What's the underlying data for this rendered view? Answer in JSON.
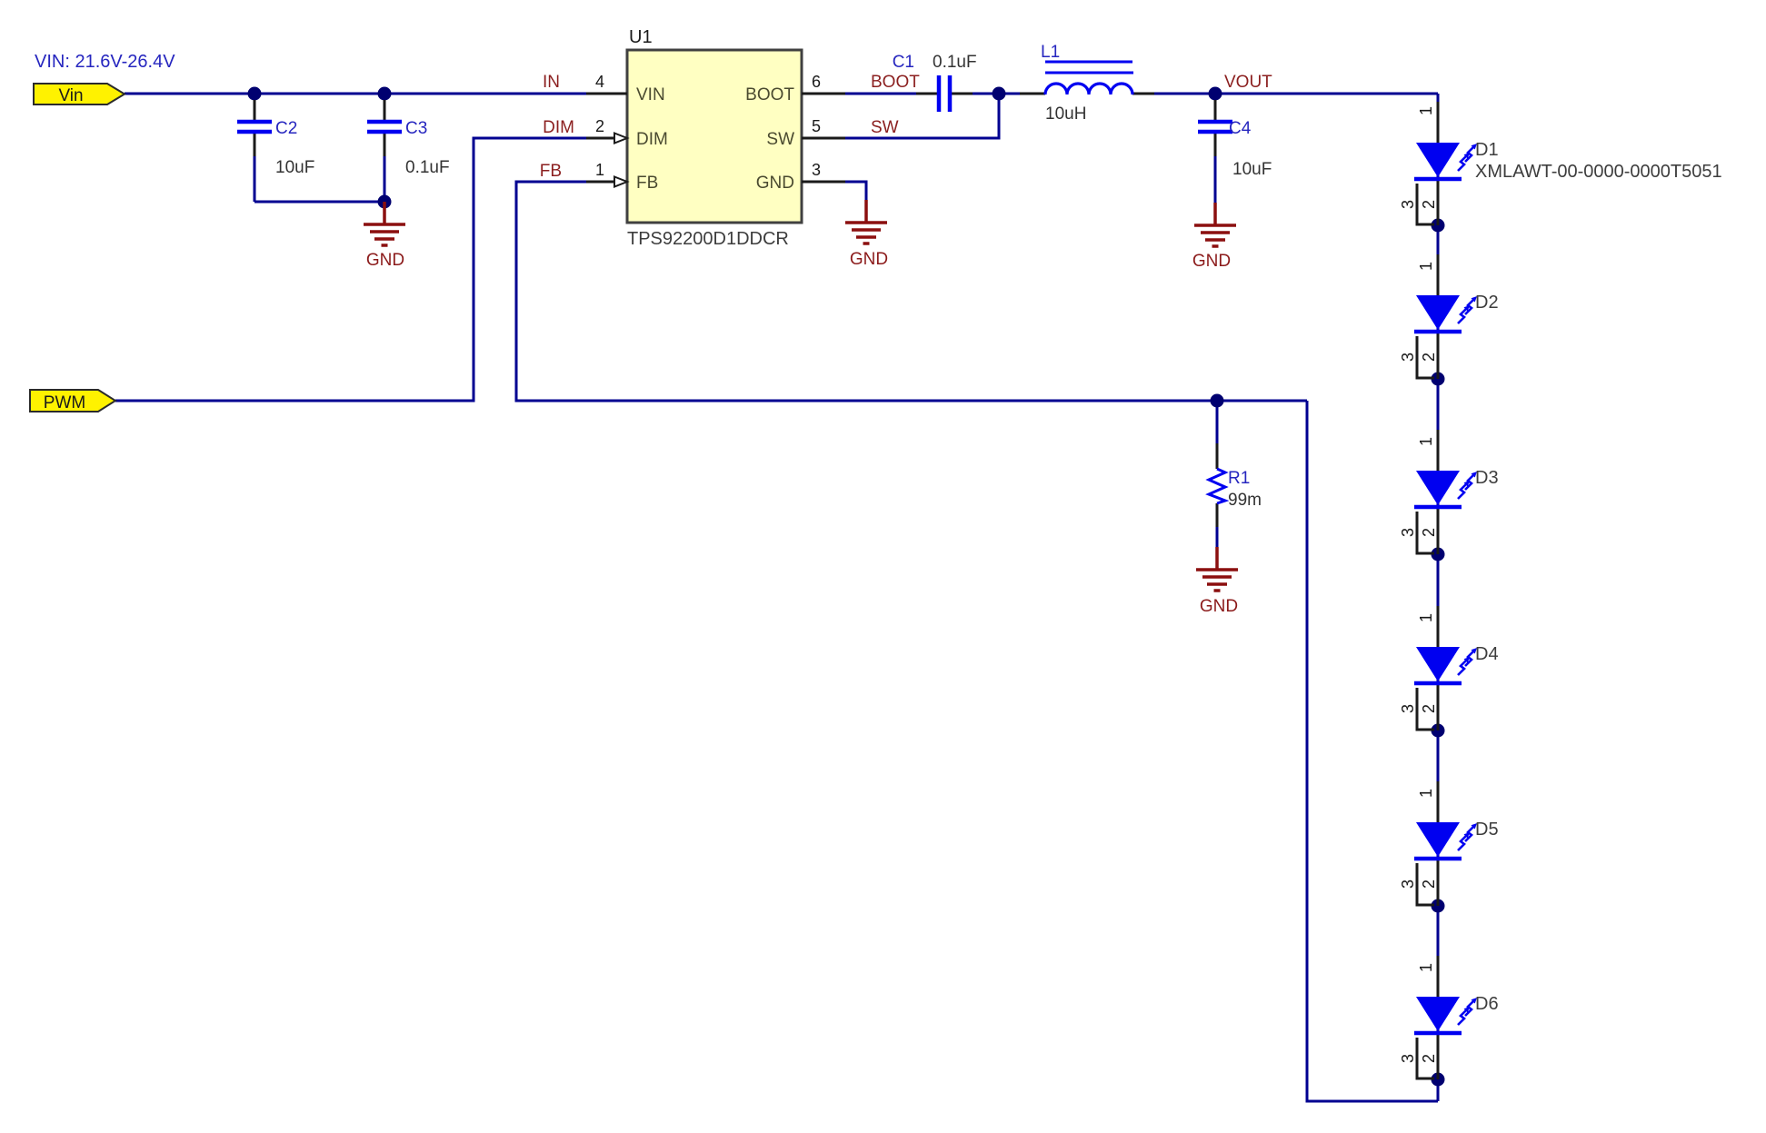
{
  "note_vin_range": "VIN: 21.6V-26.4V",
  "ports": {
    "vin": {
      "label": "Vin"
    },
    "pwm": {
      "label": "PWM"
    }
  },
  "ic": {
    "designator": "U1",
    "part_number": "TPS92200D1DDCR",
    "pins_left": [
      {
        "number": "4",
        "name": "VIN"
      },
      {
        "number": "2",
        "name": "DIM"
      },
      {
        "number": "1",
        "name": "FB"
      }
    ],
    "pins_right": [
      {
        "number": "6",
        "name": "BOOT"
      },
      {
        "number": "5",
        "name": "SW"
      },
      {
        "number": "3",
        "name": "GND"
      }
    ]
  },
  "net_labels": {
    "in": "IN",
    "dim": "DIM",
    "fb": "FB",
    "boot": "BOOT",
    "sw": "SW",
    "vout": "VOUT"
  },
  "components": {
    "c2": {
      "designator": "C2",
      "value": "10uF"
    },
    "c3": {
      "designator": "C3",
      "value": "0.1uF"
    },
    "c1": {
      "designator": "C1",
      "value": "0.1uF"
    },
    "c4": {
      "designator": "C4",
      "value": "10uF"
    },
    "l1": {
      "designator": "L1",
      "value": "10uH"
    },
    "r1": {
      "designator": "R1",
      "value": "99m"
    },
    "leds": [
      {
        "designator": "D1",
        "part_number": "XMLAWT-00-0000-0000T5051"
      },
      {
        "designator": "D2"
      },
      {
        "designator": "D3"
      },
      {
        "designator": "D4"
      },
      {
        "designator": "D5"
      },
      {
        "designator": "D6"
      }
    ]
  },
  "led_pin_numbers": {
    "anode": "1",
    "cathode": "2",
    "pad": "3"
  },
  "ground_label": "GND",
  "colors": {
    "wire": "#000091",
    "component_blue": "#0000F0",
    "designator_blue": "#2626BF",
    "net_label_red": "#8B1F1F",
    "ground_red": "#8B0F0F",
    "ic_fill": "#FFFFC2",
    "port_yellow": "#FFF200"
  }
}
